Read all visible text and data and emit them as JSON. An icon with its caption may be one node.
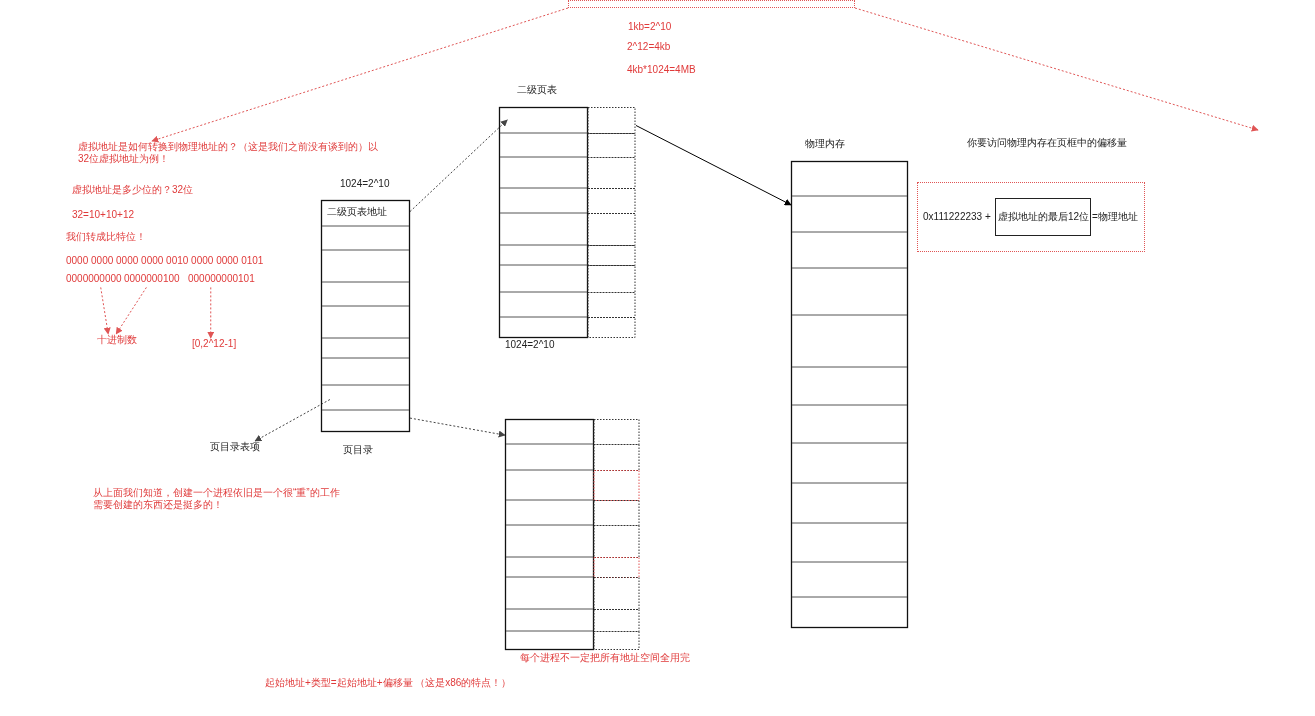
{
  "diagram": {
    "nodes": [
      {
        "text": [
          "二级页表地址"
        ],
        "beside": [
          "1024=2^10",
          "页目录"
        ]
      },
      {
        "text": [
          "二级页表"
        ],
        "beside": [
          "1024=2^10"
        ]
      },
      {
        "text": [],
        "shape": "box",
        "beside": [
          "每个进程不一定把所有地址空间全用完"
        ]
      },
      {
        "text": [
          "物理内存"
        ]
      },
      {
        "text": [
          "页目录表项"
        ]
      },
      {
        "text": [],
        "shape": "box"
      },
      {
        "text": [
          "虚拟地址是如何转换到物理地址的？（这是我们之前没有谈到的）以32位虚拟地址为例！"
        ]
      },
      {
        "text": [
          "十进制数"
        ]
      },
      {
        "text": [
          "0000000000"
        ]
      },
      {
        "text": [
          "0000000100"
        ]
      },
      {
        "text": [
          "000000000101"
        ]
      },
      {
        "text": [
          "[0,2^12-1]"
        ]
      },
      {
        "text": [
          "0x111222233 +",
          "=物理地址"
        ]
      },
      {
        "text": [
          "虚拟地址的最后12位"
        ],
        "in": 12
      }
    ],
    "edges": [
      {
        "from": 0,
        "to": 1,
        "arrow": "to",
        "style": "dashed",
        "color": "#444444"
      },
      {
        "from": 0,
        "to": 2,
        "arrow": "to",
        "style": "dashed",
        "color": "#444444"
      },
      {
        "from": 0,
        "to": 4,
        "arrow": "to",
        "style": "dashed",
        "color": "#444444"
      },
      {
        "from": 1,
        "to": 3,
        "arrow": "to",
        "color": "#000000"
      },
      {
        "from": 5,
        "to": 6,
        "arrow": "to",
        "style": "dashed",
        "color": "#e05555"
      },
      {
        "from": 5,
        "to": null,
        "arrow": "to",
        "style": "dashed",
        "color": "#e05555"
      },
      {
        "from": 8,
        "to": 7,
        "arrow": "to",
        "style": "dashed",
        "color": "#e05555"
      },
      {
        "from": 9,
        "to": 7,
        "arrow": "to",
        "style": "dashed",
        "color": "#e05555"
      },
      {
        "from": 10,
        "to": 11,
        "arrow": "to",
        "style": "dashed",
        "color": "#e05555"
      }
    ],
    "labels": [
      "1kb=2^10",
      "2^12=4kb",
      "4kb*1024=4MB",
      "你要访问物理内存在页框中的偏移量",
      "虚拟地址是多少位的？32位",
      "32=10+10+12",
      "我们转成比特位！",
      "0000 0000 0000 0000 0010 0000 0000 0101",
      "从上面我们知道，创建一个进程依旧是一个很“重”的工作需要创建的东西还是挺多的！",
      "起始地址+类型=起始地址+偏移量 （这是x86的特点！）"
    ]
  }
}
